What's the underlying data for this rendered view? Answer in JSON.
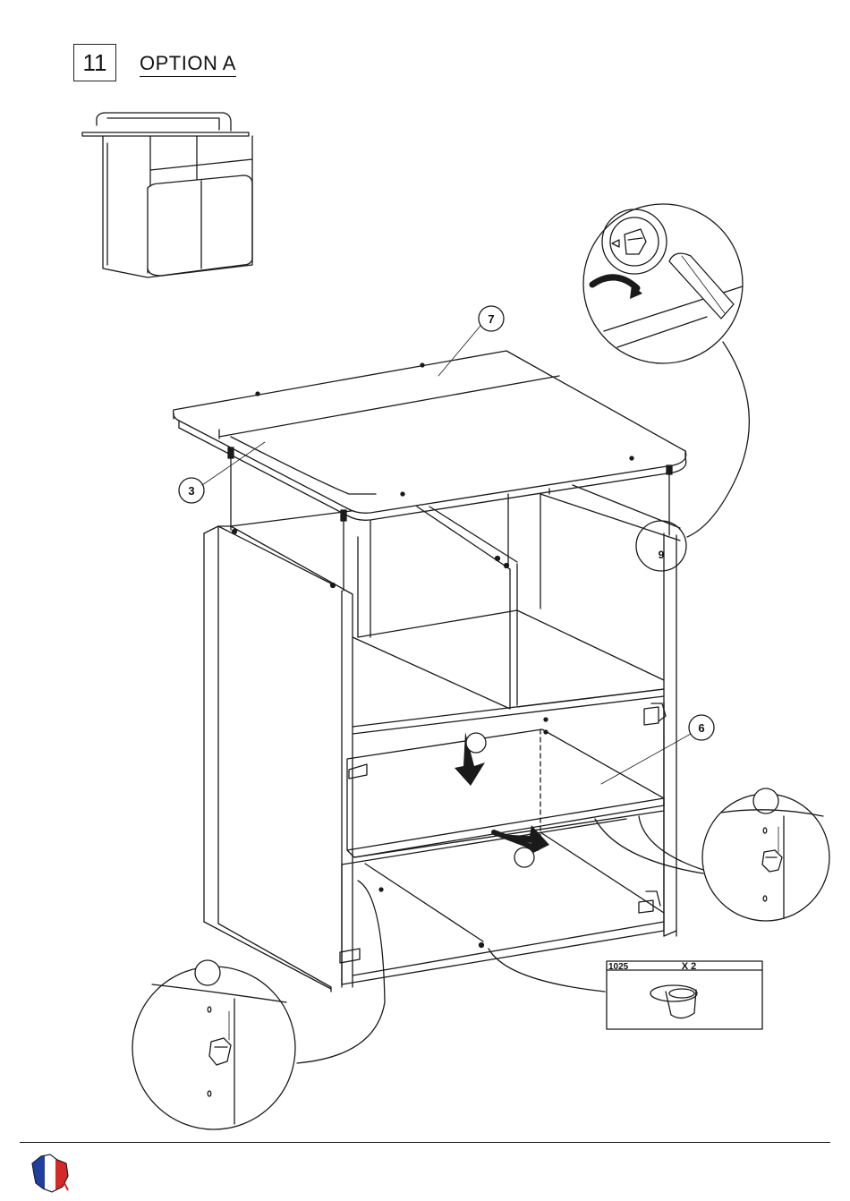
{
  "step": {
    "number": "11",
    "title": "OPTION A"
  },
  "callouts": {
    "top_panel": "7",
    "side_panel": "3",
    "shelf": "6",
    "cam_detail": "9"
  },
  "parts_box": {
    "code": "1025",
    "quantity": "X 2"
  },
  "footer": {
    "flag_icon": "france-map-flag-icon"
  },
  "colors": {
    "line": "#1a1a1a",
    "background": "#ffffff"
  }
}
